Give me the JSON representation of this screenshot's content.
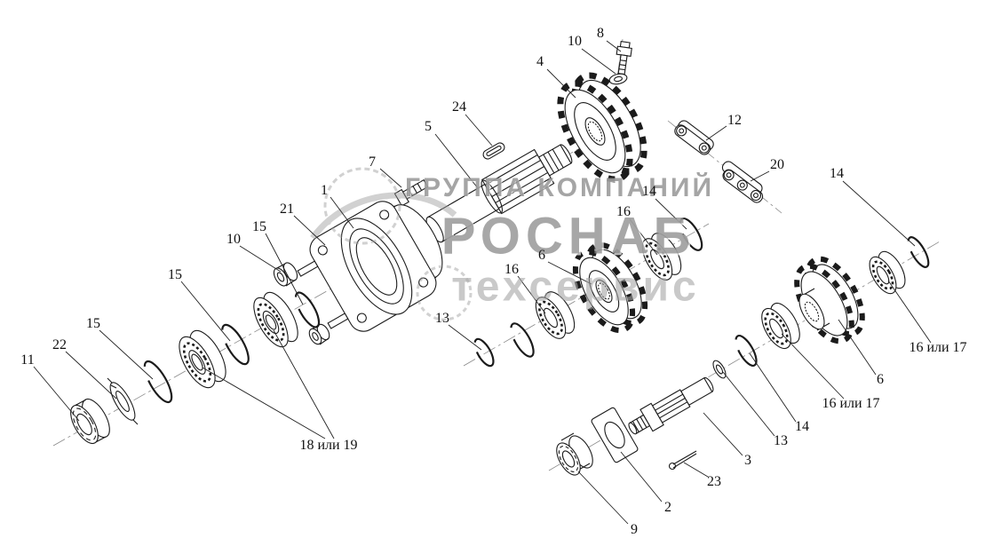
{
  "watermark": {
    "line1": "ГРУППА КОМПАНИЙ",
    "line2": "РОСНАБ",
    "line3": "техсервис"
  },
  "labels": [
    "10",
    "8",
    "4",
    "24",
    "5",
    "12",
    "7",
    "20",
    "14",
    "1",
    "21",
    "14",
    "16",
    "15",
    "10",
    "6",
    "16",
    "15",
    "13",
    "15",
    "22",
    "11",
    "16 или 17",
    "6",
    "16 или 17",
    "14",
    "13",
    "18 или 19",
    "3",
    "23",
    "2",
    "9"
  ],
  "colors": {
    "line": "#1b1b1b",
    "watermark": "#9b9b9b",
    "background": "#ffffff"
  }
}
